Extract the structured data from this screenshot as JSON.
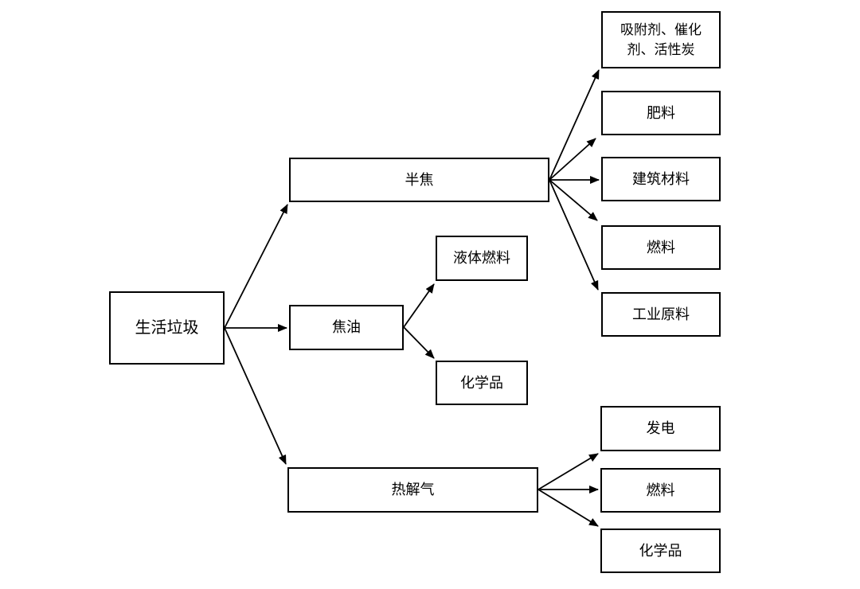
{
  "diagram": {
    "title": "household-waste-pyrolysis-products-flowchart",
    "background_color": "#ffffff",
    "line_color": "#000000",
    "nodes": {
      "root": {
        "label": "生活垃圾"
      },
      "semicoke": {
        "label": "半焦"
      },
      "tar": {
        "label": "焦油"
      },
      "gas": {
        "label": "热解气"
      },
      "liquid_fuel": {
        "label": "液体燃料"
      },
      "tar_chemicals": {
        "label": "化学品"
      },
      "adsorbent": {
        "line1": "吸附剂、催化",
        "line2": "剂、活性炭",
        "label_full": "吸附剂、催化剂、活性炭"
      },
      "fertilizer": {
        "label": "肥料"
      },
      "building": {
        "label": "建筑材料"
      },
      "semicoke_fuel": {
        "label": "燃料"
      },
      "industrial": {
        "label": "工业原料"
      },
      "power": {
        "label": "发电"
      },
      "gas_fuel": {
        "label": "燃料"
      },
      "gas_chemicals": {
        "label": "化学品"
      }
    },
    "edges": [
      {
        "from": "root",
        "to": "semicoke"
      },
      {
        "from": "root",
        "to": "tar"
      },
      {
        "from": "root",
        "to": "gas"
      },
      {
        "from": "semicoke",
        "to": "adsorbent"
      },
      {
        "from": "semicoke",
        "to": "fertilizer"
      },
      {
        "from": "semicoke",
        "to": "building"
      },
      {
        "from": "semicoke",
        "to": "semicoke_fuel"
      },
      {
        "from": "semicoke",
        "to": "industrial"
      },
      {
        "from": "tar",
        "to": "liquid_fuel"
      },
      {
        "from": "tar",
        "to": "tar_chemicals"
      },
      {
        "from": "gas",
        "to": "power"
      },
      {
        "from": "gas",
        "to": "gas_fuel"
      },
      {
        "from": "gas",
        "to": "gas_chemicals"
      }
    ]
  }
}
